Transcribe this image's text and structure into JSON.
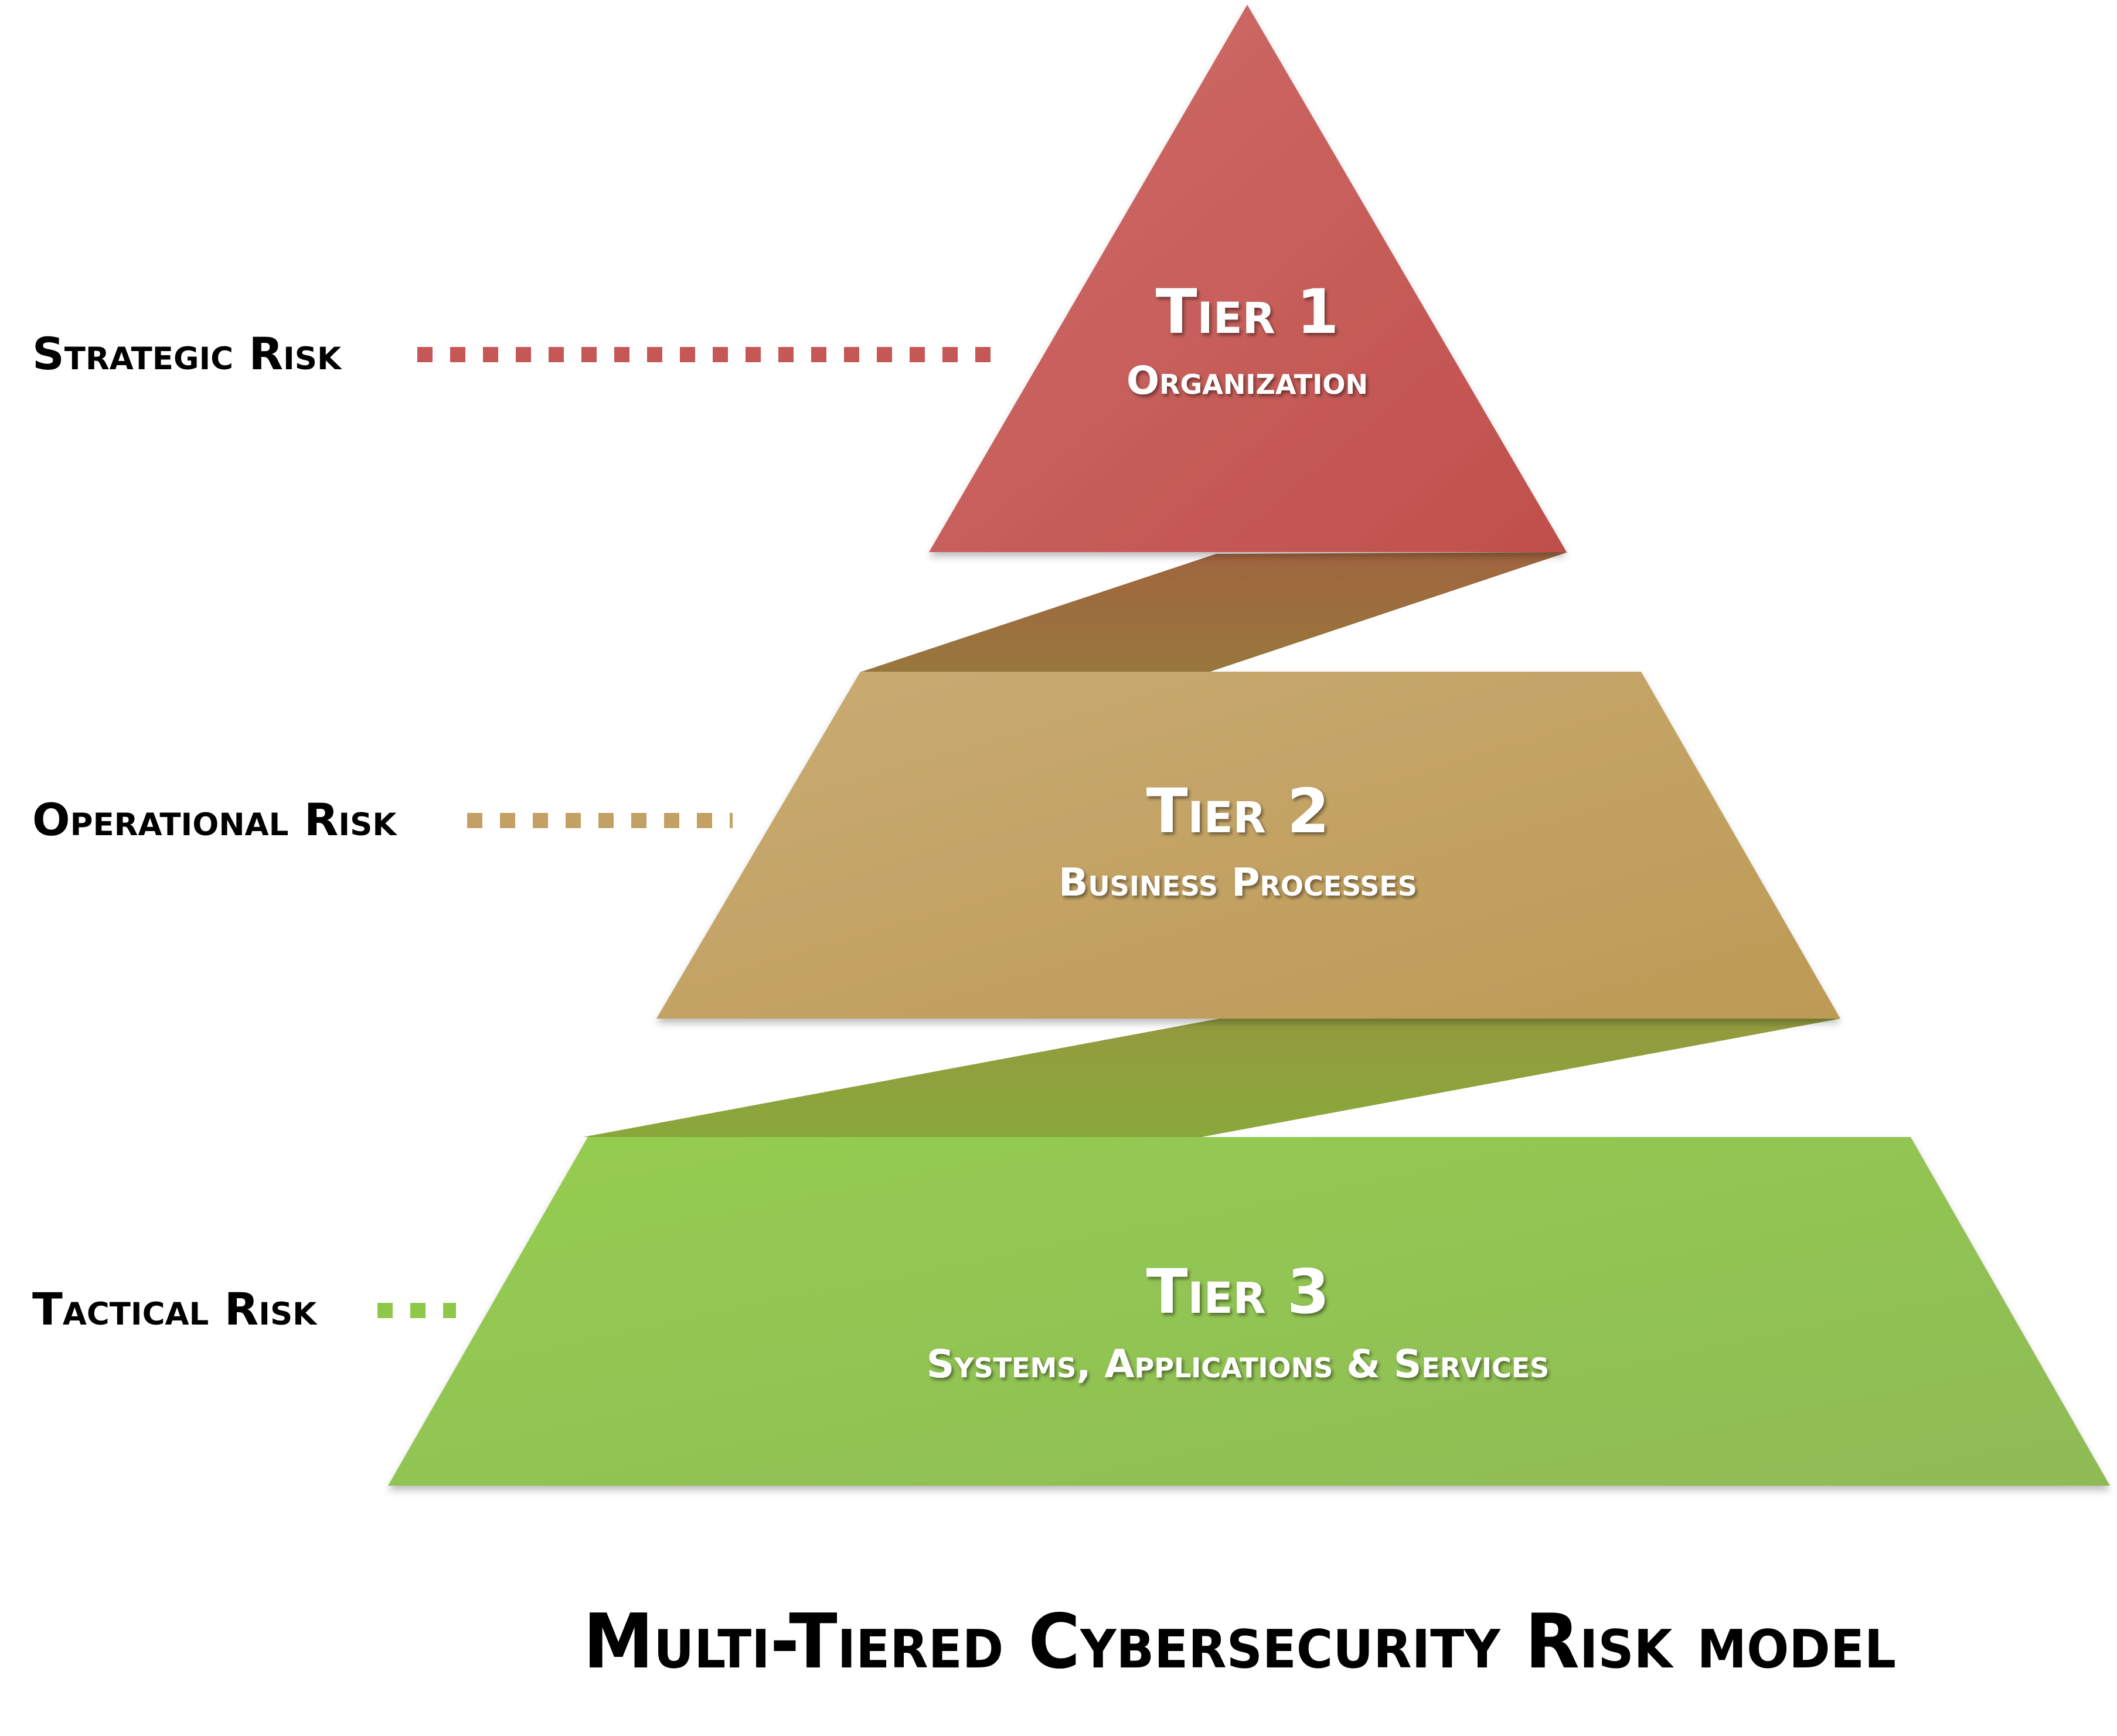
{
  "title": "Multi-Tiered Cybersecurity Risk model",
  "colors": {
    "tier1": "#c65757",
    "tier2": "#c3a064",
    "tier3": "#8fc748",
    "connector12": "#9c6c3e",
    "connector23": "#8fa43e"
  },
  "tiers": [
    {
      "title": "Tier 1",
      "subtitle": "Organization",
      "risk_label": "Strategic Risk"
    },
    {
      "title": "Tier 2",
      "subtitle": "Business Processes",
      "risk_label": "Operational Risk"
    },
    {
      "title": "Tier 3",
      "subtitle": "Systems, Applications & Services",
      "risk_label": "Tactical Risk"
    }
  ]
}
